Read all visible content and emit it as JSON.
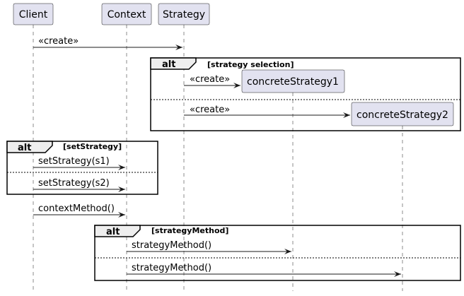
{
  "participants": {
    "client": "Client",
    "context": "Context",
    "strategy": "Strategy",
    "concrete1": "concreteStrategy1",
    "concrete2": "concreteStrategy2"
  },
  "messages": {
    "create_strategy": "«create»",
    "create_concrete1": "«create»",
    "create_concrete2": "«create»",
    "set_s1": "setStrategy(s1)",
    "set_s2": "setStrategy(s2)",
    "context_method": "contextMethod()",
    "strategy_method_1": "strategyMethod()",
    "strategy_method_2": "strategyMethod()"
  },
  "fragments": {
    "selection": {
      "keyword": "alt",
      "guard": "[strategy selection]"
    },
    "set": {
      "keyword": "alt",
      "guard": "[setStrategy]"
    },
    "method": {
      "keyword": "alt",
      "guard": "[strategyMethod]"
    }
  }
}
